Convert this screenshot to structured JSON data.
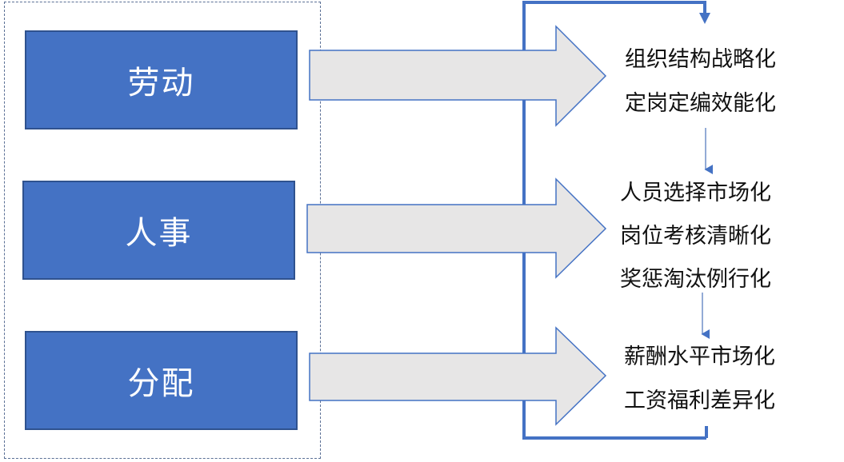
{
  "categories": [
    {
      "label": "劳动",
      "results": [
        "组织结构战略化",
        "定岗定编效能化"
      ]
    },
    {
      "label": "人事",
      "results": [
        "人员选择市场化",
        "岗位考核清晰化",
        "奖惩淘汰例行化"
      ]
    },
    {
      "label": "分配",
      "results": [
        "薪酬水平市场化",
        "工资福利差异化"
      ]
    }
  ],
  "colors": {
    "box_fill": "#4472c4",
    "box_border": "#2f528f",
    "arrow_fill": "#e7e6e6",
    "arrow_stroke": "#4472c4",
    "loop_line": "#4472c4",
    "dashed_border": "#5a6f95"
  }
}
